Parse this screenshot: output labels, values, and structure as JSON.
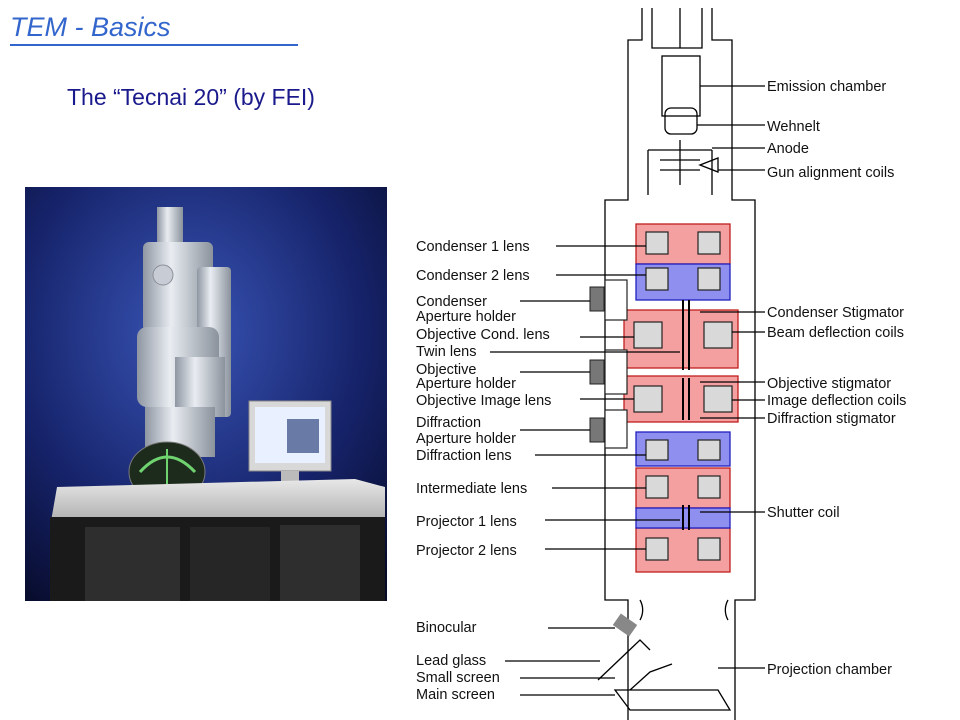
{
  "header": {
    "title": "TEM - Basics",
    "subtitle": "The “Tecnai 20” (by FEI)"
  },
  "diagram": {
    "left_labels": [
      "Condenser 1 lens",
      "Condenser 2 lens",
      "Condenser",
      "Aperture holder",
      "Objective Cond. lens",
      "Twin lens",
      "Objective",
      "Aperture holder",
      "Objective Image lens",
      "Diffraction",
      "Aperture holder",
      "Diffraction lens",
      "Intermediate lens",
      "Projector 1 lens",
      "Projector 2 lens",
      "Binocular",
      "Lead glass",
      "Small screen",
      "Main screen"
    ],
    "right_labels": [
      "Emission chamber",
      "Wehnelt",
      "Anode",
      "Gun alignment coils",
      "Condenser Stigmator",
      "Beam deflection coils",
      "Objective stigmator",
      "Image deflection coils",
      "Diffraction stigmator",
      "Shutter coil",
      "Projection chamber"
    ]
  },
  "colors": {
    "title": "#3366cc",
    "subtitle": "#1a1a8c",
    "lens_red": "#f4a0a0",
    "lens_blue": "#8f8ff0"
  }
}
